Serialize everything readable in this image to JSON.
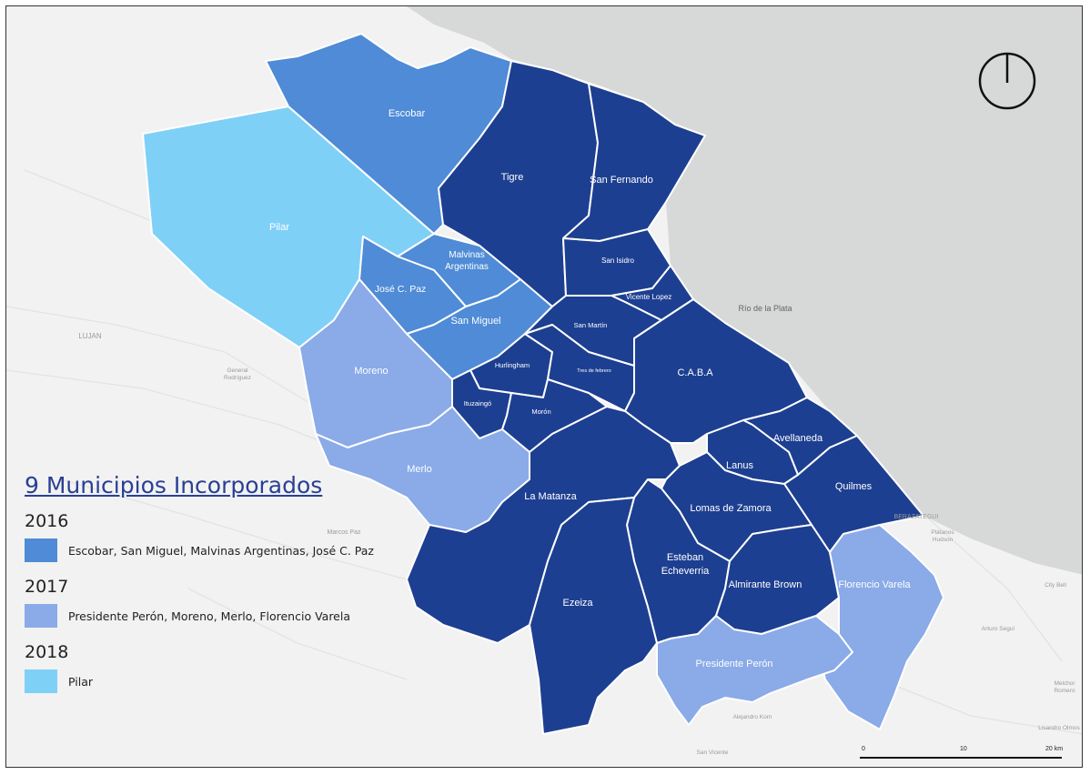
{
  "colors": {
    "base": "#1d3f91",
    "y2016": "#4f8bd6",
    "y2017": "#8aaae8",
    "y2018": "#7fd0f7",
    "water": "#d7d8d8",
    "land": "#f1f2f1"
  },
  "legend": {
    "title": "9 Municipios Incorporados",
    "groups": [
      {
        "year": "2016",
        "text": "Escobar, San Miguel, Malvinas Argentinas, José C. Paz",
        "color_key": "y2016"
      },
      {
        "year": "2017",
        "text": "Presidente Perón, Moreno, Merlo, Florencio Varela",
        "color_key": "y2017"
      },
      {
        "year": "2018",
        "text": "Pilar",
        "color_key": "y2018"
      }
    ]
  },
  "municipalities": {
    "escobar": "Escobar",
    "pilar": "Pilar",
    "tigre": "Tigre",
    "san_fernando": "San Fernando",
    "malvinas_1": "Malvinas",
    "malvinas_2": "Argentinas",
    "jose_c_paz": "José C. Paz",
    "san_isidro": "San Isidro",
    "vicente_lopez": "Vicente Lopez",
    "san_miguel": "San Miguel",
    "san_martin": "San Martín",
    "moreno": "Moreno",
    "hurlingham": "Hurlingham",
    "tres_de_febrero": "Tres de febrero",
    "caba": "C.A.B.A",
    "ituzaingo": "Ituzaingó",
    "moron": "Morón",
    "avellaneda": "Avellaneda",
    "merlo": "Merlo",
    "lanus": "Lanus",
    "la_matanza": "La Matanza",
    "quilmes": "Quilmes",
    "lomas_de_zamora": "Lomas de Zamora",
    "esteban_1": "Esteban",
    "esteban_2": "Echeverria",
    "ezeiza": "Ezeiza",
    "almirante_brown": "Almirante Brown",
    "florencio_varela": "Florencio Varela",
    "presidente_peron": "Presidente Perón"
  },
  "background_labels": {
    "rio": "Río de la Plata",
    "lujan": "LUJAN",
    "general_1": "General",
    "general_2": "Rodríguez",
    "marcos_paz": "Marcos Paz",
    "berazategui": "BERAZATEGUI",
    "platanos_1": "Plátanos",
    "platanos_2": "Hudson",
    "city_bell": "City Bell",
    "arturo_segui": "Arturo Seguí",
    "melchor_1": "Melchor",
    "melchor_2": "Romero",
    "lisandro_olmos": "Lisandro Olmos",
    "alejandro_korn": "Alejandro Korn",
    "san_vicente": "San Vicente"
  },
  "scale": {
    "ticks": [
      "0",
      "10",
      "20 km"
    ],
    "values_km": [
      0,
      10,
      20
    ]
  },
  "north_arrow": "north-arrow-icon"
}
